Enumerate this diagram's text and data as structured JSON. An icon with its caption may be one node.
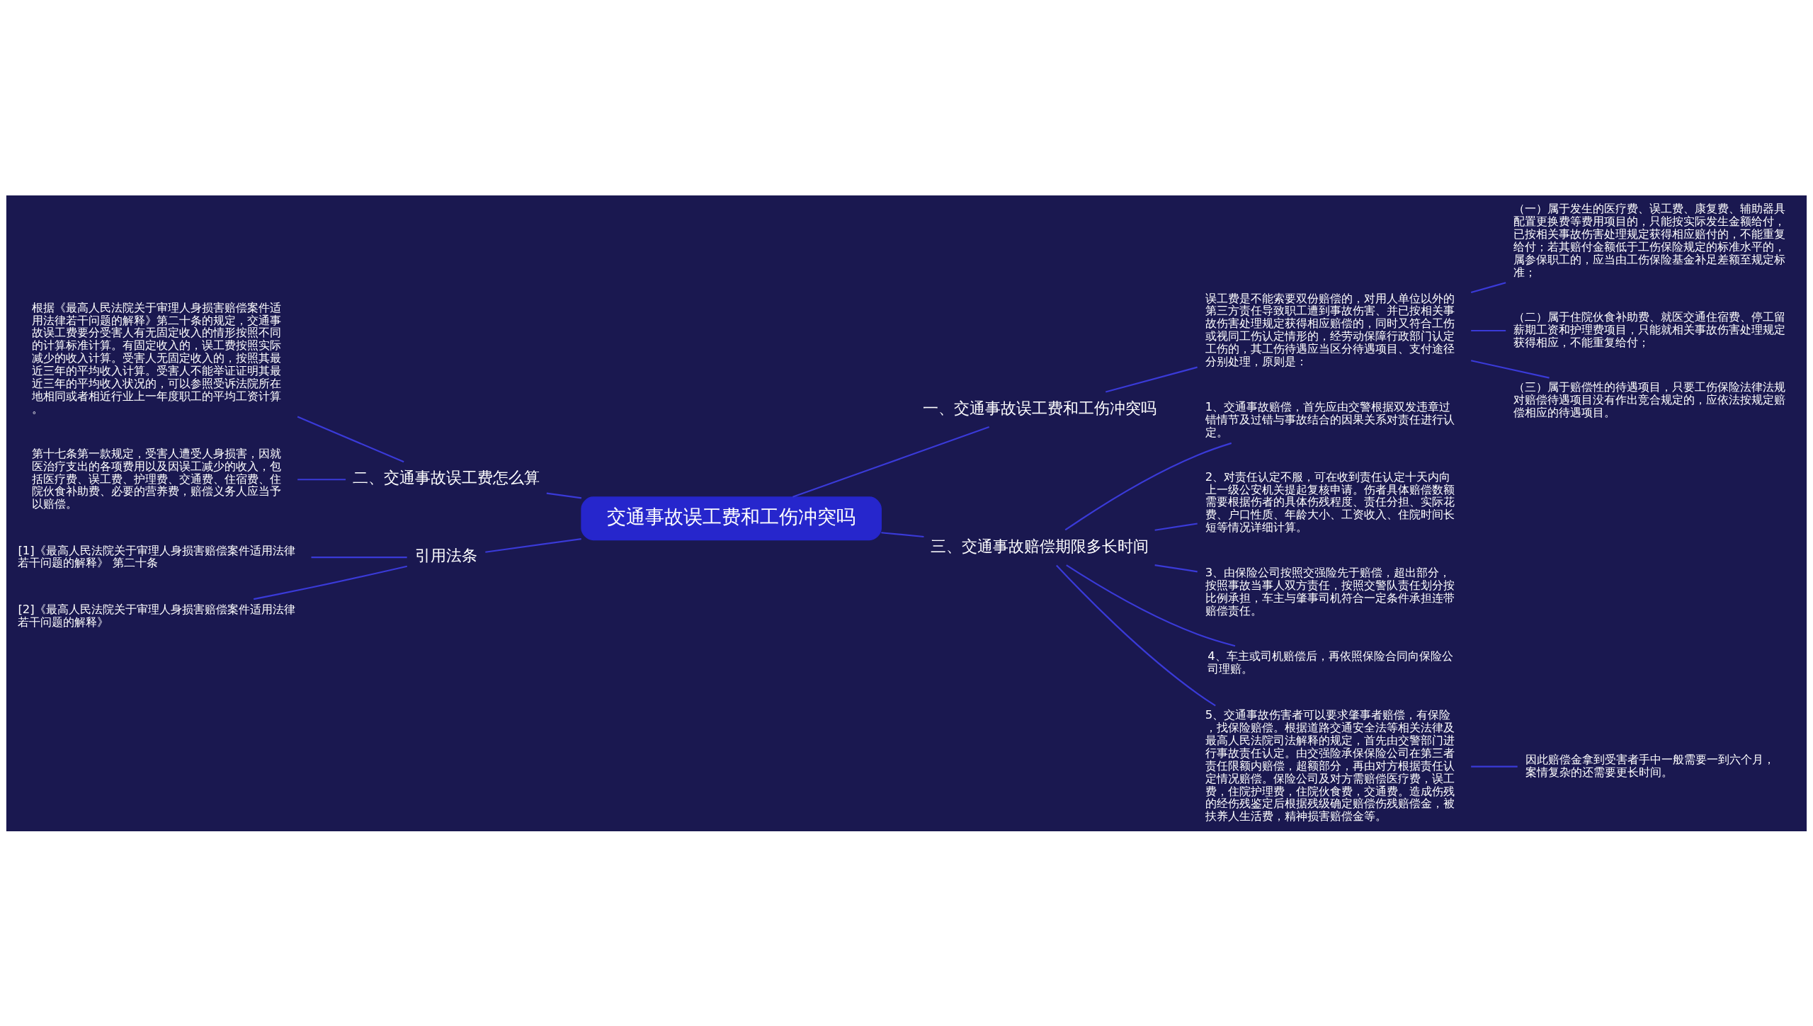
{
  "diagram": {
    "nodes": [
      {
        "text": [
          "交通事故误工费和工伤冲突吗"
        ]
      },
      {
        "text": [
          "一、交通事故误工费和工伤冲突吗"
        ]
      },
      {
        "text": [
          "误工费是不能索要双份赔偿的，对用人单位以外的第三方责任导致职工遭到事故伤害、并已按相关事故伤害处理规定获得相应赔偿的，同时又符合工伤或视同工伤认定情形的，经劳动保障行政部门认定工伤的，其工伤待遇应当区分待遇项目、支付途径分别处理，原则是："
        ]
      },
      {
        "text": [
          "（一）属于发生的医疗费、误工费、康复费、辅助器具配置更换费等费用项目的，只能按实际发生金额给付，已按相关事故伤害处理规定获得相应赔付的，不能重复给付；若其赔付金额低于工伤保险规定的标准水平的，属参保职工的，应当由工伤保险基金补足差额至规定标准；"
        ]
      },
      {
        "text": [
          "（二）属于住院伙食补助费、就医交通住宿费、停工留薪期工资和护理费项目，只能就相关事故伤害处理规定获得相应，不能重复给付；"
        ]
      },
      {
        "text": [
          "（三）属于赔偿性的待遇项目，只要工伤保险法律法规对赔偿待遇项目没有作出竞合规定的，应依法按规定赔偿相应的待遇项目。"
        ]
      },
      {
        "text": [
          "三、交通事故赔偿期限多长时间"
        ]
      },
      {
        "text": [
          "1、交通事故赔偿，首先应由交警根据双发违章过错情节及过错与事故结合的因果关系对责任进行认定。"
        ]
      },
      {
        "text": [
          "2、对责任认定不服，可在收到责任认定十天内向上一级公安机关提起复核申请。伤者具体赔偿数额需要根据伤者的具体伤残程度、责任分担、实际花费、户口性质、年龄大小、工资收入、住院时间长短等情况详细计算。"
        ]
      },
      {
        "text": [
          "3、由保险公司按照交强险先于赔偿，超出部分，按照事故当事人双方责任，按照交警队责任划分按比例承担，车主与肇事司机符合一定条件承担连带赔偿责任。"
        ]
      },
      {
        "text": [
          "4、车主或司机赔偿后，再依照保险合同向保险公司理赔。"
        ]
      },
      {
        "text": [
          "5、交通事故伤害者可以要求肇事者赔偿，有保险，找保险赔偿。根据道路交通安全法等相关法律及最高人民法院司法解释的规定，首先由交警部门进行事故责任认定。由交强险承保保险公司在第三者责任限额内赔偿，超额部分，再由对方根据责任认定情况赔偿。保险公司及对方需赔偿医疗费，误工费，住院护理费，住院伙食费，交通费。造成伤残的经伤残鉴定后根据残级确定赔偿伤残赔偿金，被扶养人生活费，精神损害赔偿金等。"
        ]
      },
      {
        "text": [
          "因此赔偿金拿到受害者手中一般需要一到六个月，案情复杂的还需要更长时间。"
        ]
      },
      {
        "text": [
          "二、交通事故误工费怎么算"
        ]
      },
      {
        "text": [
          "根据《最高人民法院关于审理人身损害赔偿案件适用法律若干问题的解释》第二十条的规定，交通事故误工费要分受害人有无固定收入的情形按照不同的计算标准计算。有固定收入的，误工费按照实际减少的收入计算。受害人无固定收入的，按照其最近三年的平均收入计算。受害人不能举证证明其最近三年的平均收入状况的，可以参照受诉法院所在地相同或者相近行业上一年度职工的平均工资计算。"
        ]
      },
      {
        "text": [
          "第十七条第一款规定，受害人遭受人身损害，因就医治疗支出的各项费用以及因误工减少的收入，包括医疗费、误工费、护理费、交通费、住宿费、住院伙食补助费、必要的营养费，赔偿义务人应当予以赔偿。"
        ]
      },
      {
        "text": [
          "引用法条"
        ]
      },
      {
        "text": [
          "[1]《最高人民法院关于审理人身损害赔偿案件适用法律若干问题的解释》 第二十条"
        ]
      },
      {
        "text": [
          "[2]《最高人民法院关于审理人身损害赔偿案件适用法律若干问题的解释》"
        ]
      }
    ],
    "edges": [
      {
        "from": 0,
        "to": 1,
        "arrow": "none"
      },
      {
        "from": 1,
        "to": 2,
        "arrow": "none"
      },
      {
        "from": 2,
        "to": 3,
        "arrow": "none"
      },
      {
        "from": 2,
        "to": 4,
        "arrow": "none"
      },
      {
        "from": 2,
        "to": 5,
        "arrow": "none"
      },
      {
        "from": 0,
        "to": 6,
        "arrow": "none"
      },
      {
        "from": 6,
        "to": 7,
        "arrow": "none"
      },
      {
        "from": 6,
        "to": 8,
        "arrow": "none"
      },
      {
        "from": 6,
        "to": 9,
        "arrow": "none"
      },
      {
        "from": 6,
        "to": 10,
        "arrow": "none"
      },
      {
        "from": 6,
        "to": 11,
        "arrow": "none"
      },
      {
        "from": 11,
        "to": 12,
        "arrow": "none"
      },
      {
        "from": 13,
        "to": 0,
        "arrow": "none"
      },
      {
        "from": 14,
        "to": 13,
        "arrow": "none"
      },
      {
        "from": 15,
        "to": 13,
        "arrow": "none"
      },
      {
        "from": 16,
        "to": 0,
        "arrow": "none"
      },
      {
        "from": 17,
        "to": 16,
        "arrow": "none"
      },
      {
        "from": 18,
        "to": 16,
        "arrow": "none"
      }
    ]
  }
}
